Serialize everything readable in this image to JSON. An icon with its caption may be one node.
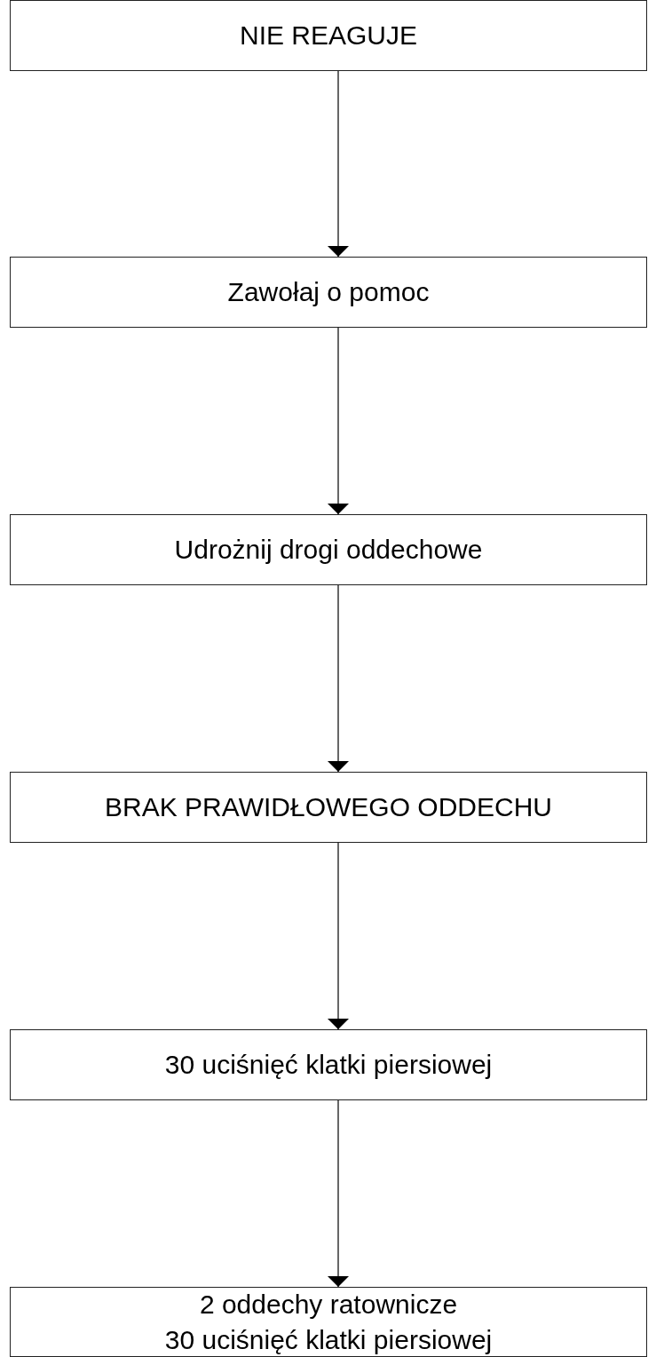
{
  "diagram": {
    "nodes": [
      {
        "text": [
          "NIE REAGUJE"
        ]
      },
      {
        "text": [
          "Zawołaj o pomoc"
        ]
      },
      {
        "text": [
          "Udrożnij drogi oddechowe"
        ]
      },
      {
        "text": [
          "BRAK PRAWIDŁOWEGO ODDECHU"
        ]
      },
      {
        "text": [
          "30 uciśnięć klatki piersiowej"
        ]
      },
      {
        "text": [
          "2 oddechy ratownicze",
          "30 uciśnięć klatki piersiowej"
        ]
      }
    ],
    "edges": [
      {
        "from": 0,
        "to": 1,
        "arrow": "to"
      },
      {
        "from": 1,
        "to": 2,
        "arrow": "to"
      },
      {
        "from": 2,
        "to": 3,
        "arrow": "to"
      },
      {
        "from": 3,
        "to": 4,
        "arrow": "to"
      },
      {
        "from": 4,
        "to": 5,
        "arrow": "to"
      }
    ]
  }
}
